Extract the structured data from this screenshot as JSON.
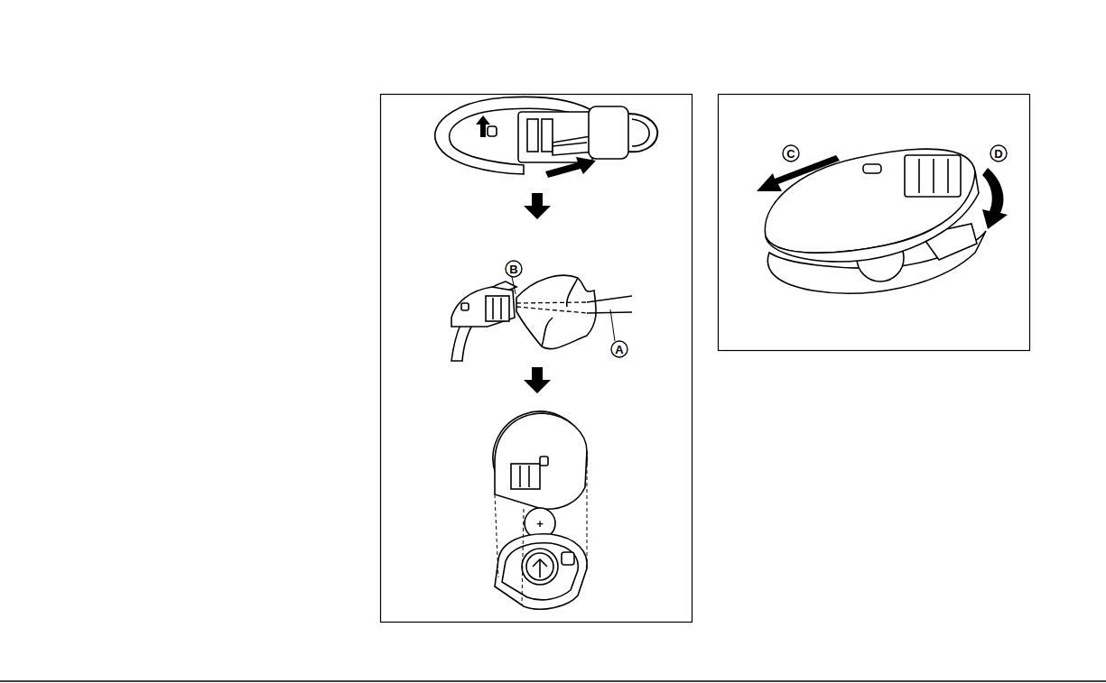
{
  "diagram": {
    "labels": [
      "B",
      "A",
      "C",
      "D",
      "+"
    ]
  }
}
